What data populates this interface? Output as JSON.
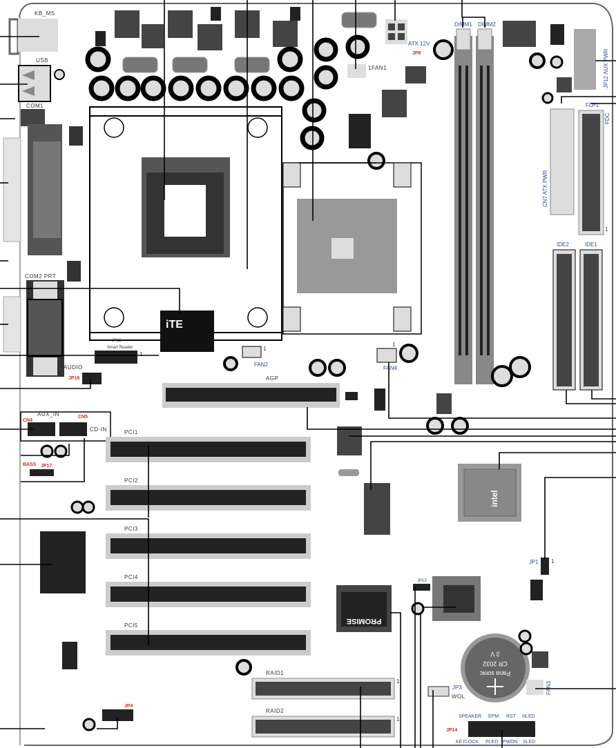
{
  "title": "Motherboard layout",
  "colors": {
    "board_outline": "#666666",
    "component_dark": "#444444",
    "label_blue": "#2a4a9a",
    "label_red": "#c03020"
  },
  "labels": {
    "kb_ms": "KB_MS",
    "usb": "USB",
    "com1": "COM1",
    "com2_prt": "COM2  PRT",
    "jp15": "JP15",
    "smart_reader": "Smart Reader",
    "audio": "AUDIO",
    "jp16": "JP16",
    "aux_in": "AUX_IN",
    "cn4": "CN4",
    "cn5": "CN5",
    "cd_in": "CD-IN",
    "bass": "BASS",
    "jp17": "JP17",
    "agp": "AGP",
    "pci1": "PCI1",
    "pci2": "PCI2",
    "pci3": "PCI3",
    "pci4": "PCI4",
    "pci5": "PCI5",
    "fan1": "1FAN1",
    "fan2": "FAN2",
    "fan3": "FAN3",
    "fan4": "FAN4",
    "atx12v": "ATX 12V",
    "jp8": "JP8",
    "dimm1": "DIMM1",
    "dimm2": "DIMM2",
    "jp12_aux_pwr": "JP12  AUX PWR",
    "flp1": "FLP1",
    "fdc": "FDC",
    "cn7_atx_pwr": "CN7 ATX PWR",
    "ide1": "IDE1",
    "ide2": "IDE2",
    "jp1": "JP1",
    "jp3": "JP3",
    "wol": "WOL",
    "jp13": "JP13",
    "raid1": "RAID1",
    "raid2": "RAID2",
    "jp4": "JP4",
    "jp14": "JP14",
    "speaker": "SPEAKER",
    "epm": "EPM",
    "rst": "RST",
    "hled": "HLED",
    "keylock": "KEYLOCK",
    "pled": "PLED",
    "pwon": "PWON",
    "sled": "SLED",
    "pin1": "1",
    "ite_chip": "iTE",
    "intel_chip": "intel",
    "promise_chip": "PROMISE",
    "battery_brand": "Pana sonic",
    "battery_model": "CR 2032",
    "battery_voltage": "3 V"
  }
}
